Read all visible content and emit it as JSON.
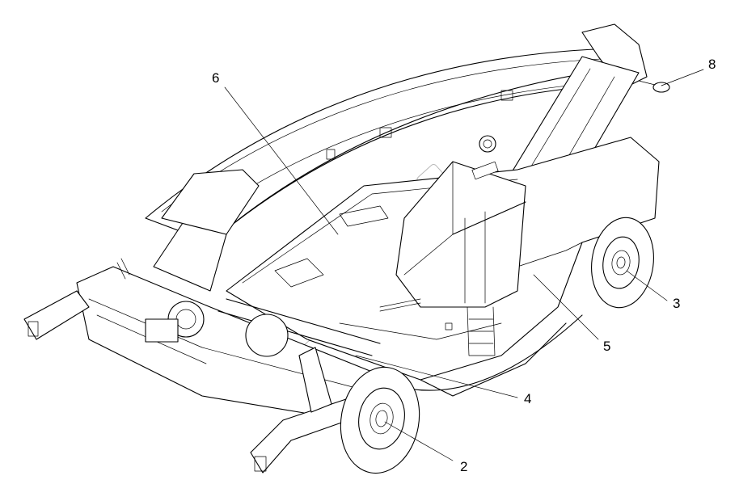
{
  "drawing": {
    "callouts": [
      {
        "id": "2",
        "label": "2"
      },
      {
        "id": "3",
        "label": "3"
      },
      {
        "id": "4",
        "label": "4"
      },
      {
        "id": "5",
        "label": "5"
      },
      {
        "id": "6",
        "label": "6"
      },
      {
        "id": "8",
        "label": "8"
      }
    ]
  }
}
